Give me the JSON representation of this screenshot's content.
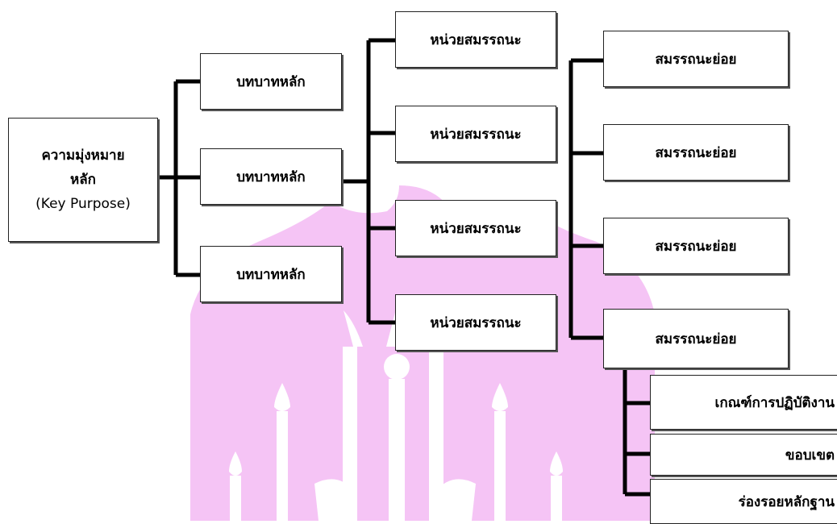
{
  "colors": {
    "connector": "#000000",
    "watermark": "#f3b6f3",
    "box_border": "#222222"
  },
  "diagram": {
    "root": {
      "line1": "ความมุ่งหมาย",
      "line2": "หลัก",
      "line3": "(Key Purpose)"
    },
    "roles": [
      "บทบาทหลัก",
      "บทบาทหลัก",
      "บทบาทหลัก"
    ],
    "units": [
      "หน่วยสมรรถนะ",
      "หน่วยสมรรถนะ",
      "หน่วยสมรรถนะ",
      "หน่วยสมรรถนะ"
    ],
    "elements": [
      "สมรรถนะย่อย",
      "สมรรถนะย่อย",
      "สมรรถนะย่อย",
      "สมรรถนะย่อย"
    ],
    "components": [
      "เกณฑ์การปฏิบัติงาน",
      "ขอบเขต",
      "ร่องรอยหลักฐาน"
    ]
  }
}
